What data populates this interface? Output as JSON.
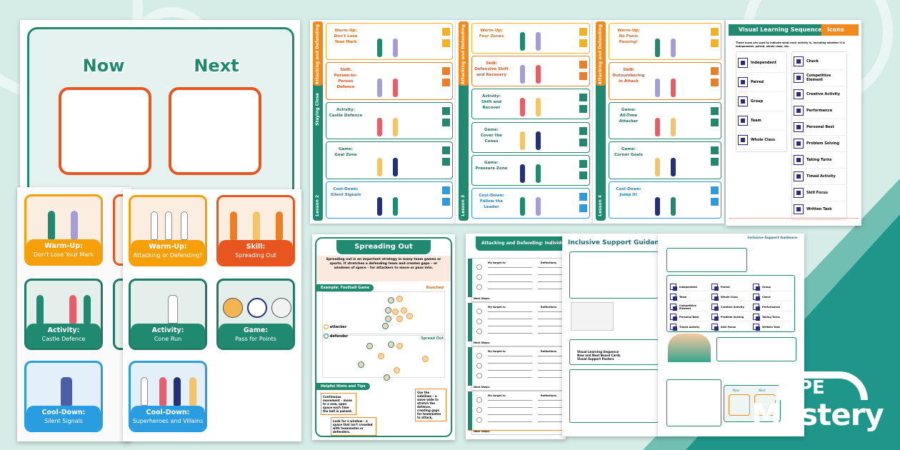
{
  "now_next_board": {
    "now": "Now",
    "next": "Next"
  },
  "cards_back": [
    {
      "type": "Warm-Up:",
      "title": "Don't Lose Your Mark",
      "color": "orange"
    },
    {
      "type": "Activity:",
      "title": "Castle Defence",
      "color": "green"
    },
    {
      "type": "Cool-Down:",
      "title": "Silent Signals",
      "color": "blue"
    }
  ],
  "cards_front": [
    {
      "type": "Warm-Up:",
      "title": "Attacking or Defending?",
      "color": "orange"
    },
    {
      "type": "Skill:",
      "title": "Spreading Out",
      "color": "red"
    },
    {
      "type": "Activity:",
      "title": "Cone Run",
      "color": "green"
    },
    {
      "type": "Game:",
      "title": "Pass for Points",
      "color": "green"
    },
    {
      "type": "Cool-Down:",
      "title": "Superheroes and Villains",
      "color": "blue"
    }
  ],
  "lesson_pages": [
    {
      "unit": "Attacking and Defending",
      "lesson_title": "Staying Close",
      "lesson": "Lesson 2",
      "rows": [
        {
          "type": "Warm-Up:",
          "title": "Don't Lose Your Mark",
          "color": "o"
        },
        {
          "type": "Skill:",
          "title": "Person-to-Person Defence",
          "color": "r"
        },
        {
          "type": "Activity:",
          "title": "Castle Defence",
          "color": "g"
        },
        {
          "type": "Game:",
          "title": "Goal Zone",
          "color": "g"
        },
        {
          "type": "Cool-Down:",
          "title": "Silent Signals",
          "color": "b"
        }
      ]
    },
    {
      "unit": "Attacking and Defending",
      "lesson_title": "",
      "lesson": "Lesson 3",
      "rows": [
        {
          "type": "Warm-Up:",
          "title": "Four Zones",
          "color": "o"
        },
        {
          "type": "Skill:",
          "title": "Defensive Shift and Recovery",
          "color": "r"
        },
        {
          "type": "Activity:",
          "title": "Shift and Recover",
          "color": "g"
        },
        {
          "type": "Game:",
          "title": "Cover the Cones",
          "color": "g"
        },
        {
          "type": "Game:",
          "title": "Pressure Zone",
          "color": "g"
        },
        {
          "type": "Cool-Down:",
          "title": "Follow the Leader",
          "color": "b"
        }
      ]
    },
    {
      "unit": "Attacking and Defending",
      "lesson_title": "",
      "lesson": "Lesson 4",
      "rows": [
        {
          "type": "Warm-Up:",
          "title": "No Panic Passing!",
          "color": "o"
        },
        {
          "type": "Skill:",
          "title": "Outnumbering in Attack",
          "color": "r"
        },
        {
          "type": "Game:",
          "title": "All-Time Attacker",
          "color": "g"
        },
        {
          "type": "Game:",
          "title": "Corner Goals",
          "color": "g"
        },
        {
          "type": "Cool-Down:",
          "title": "Jump It!",
          "color": "b"
        }
      ]
    }
  ],
  "icons_page": {
    "title": "Visual Learning Sequence",
    "tag": "Icons",
    "intro": "These icons are used to indicate what each activity is, including whether it is independent, paired, whole class, etc.",
    "left": [
      "Independent",
      "Paired",
      "Group",
      "Team",
      "Whole Class"
    ],
    "right": [
      "Check",
      "Competitive Element",
      "Creative Activity",
      "Performance",
      "Personal Best",
      "Problem Solving",
      "Taking Turns",
      "Timed Activity",
      "Skill Focus",
      "Written Task"
    ]
  },
  "poster": {
    "title": "Spreading Out",
    "intro": "Spreading out is an important strategy in many team games or sports. It stretches a defending team and creates gaps – or windows of space – for attackers to move or pass into.",
    "example": "Example: Football Game",
    "bunched": "Bunched",
    "spread": "Spread Out",
    "attacker": "attacker",
    "defender": "defender",
    "hints": "Helpful Hints and Tips",
    "tips": [
      "Continuous movement – move to a new, open space each time the ball is passed.",
      "Use the sidelines – a wave wide to stretch the defence, creating gaps for teammates to attack.",
      "Look for a window – a space that isn't crowded with teammates or defenders."
    ]
  },
  "worksheet": {
    "title": "Attacking and Defending: Individual",
    "target": "My target is:",
    "reflections": "Reflections",
    "next": "Next Steps:"
  },
  "guidance": {
    "title": "Inclusive Support Guidance",
    "bullets": [
      "Visual Learning Sequence",
      "Now and Next Board Cards",
      "Visual Support Posters"
    ],
    "right_header": "Inclusive Support Guidance",
    "icons": [
      "Independent",
      "Paired",
      "Group",
      "Team",
      "Whole Class",
      "Check",
      "Competitive Element",
      "Creative Activity",
      "Performance",
      "Personal Best",
      "Problem Solving",
      "Taking Turns",
      "Timed Activity",
      "Skill Focus",
      "Written Task"
    ],
    "board_now": "Now",
    "board_next": "Next"
  },
  "logo": {
    "top": "PE",
    "bottom": "Mastery"
  },
  "colors": {
    "teal": "#1f8a70",
    "orange": "#f5a00a",
    "red": "#e8551f",
    "blue": "#2a9de0",
    "background": "#d6ece7"
  }
}
